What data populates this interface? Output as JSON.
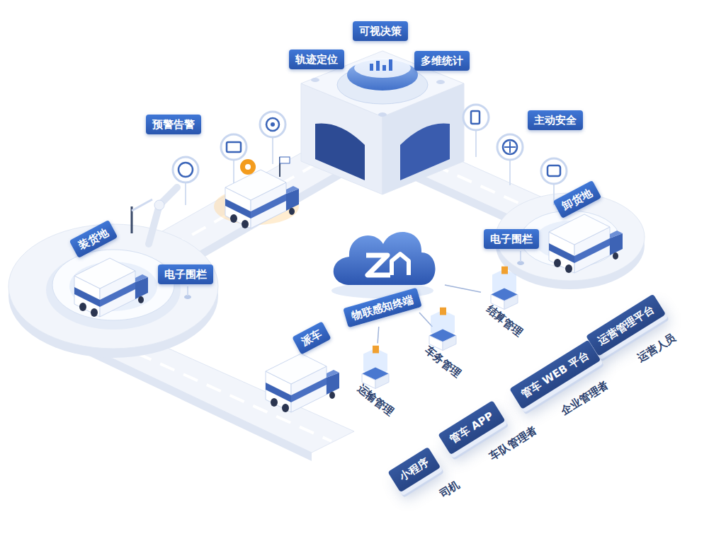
{
  "diagram": {
    "nodes": [
      {
        "text": [
          "可视决策"
        ]
      },
      {
        "text": [
          "轨迹定位"
        ]
      },
      {
        "text": [
          "多维统计"
        ]
      },
      {
        "text": [
          "预警告警"
        ]
      },
      {
        "text": [
          "主动安全"
        ]
      },
      {
        "text": [
          "卸货地"
        ]
      },
      {
        "text": [
          "电子围栏"
        ]
      },
      {
        "text": [
          "装货地"
        ]
      },
      {
        "text": [
          "电子围栏"
        ]
      },
      {
        "text": [
          "物联感知终端"
        ]
      },
      {
        "text": [
          "结算管理"
        ]
      },
      {
        "text": [
          "车务管理"
        ]
      },
      {
        "text": [
          "运输管理"
        ]
      },
      {
        "text": [
          "派车"
        ]
      },
      {
        "text": [
          "运营管理平台",
          "运营人员"
        ]
      },
      {
        "text": [
          "管车 WEB 平台",
          "企业管理者"
        ]
      },
      {
        "text": [
          "管车 APP",
          "车队管理者"
        ]
      },
      {
        "text": [
          "小程序",
          "司机"
        ]
      }
    ],
    "edges": [
      {
        "from": 9,
        "to": 10,
        "arrow": "none"
      },
      {
        "from": 9,
        "to": 11,
        "arrow": "none"
      },
      {
        "from": 9,
        "to": 12,
        "arrow": "none"
      }
    ]
  }
}
